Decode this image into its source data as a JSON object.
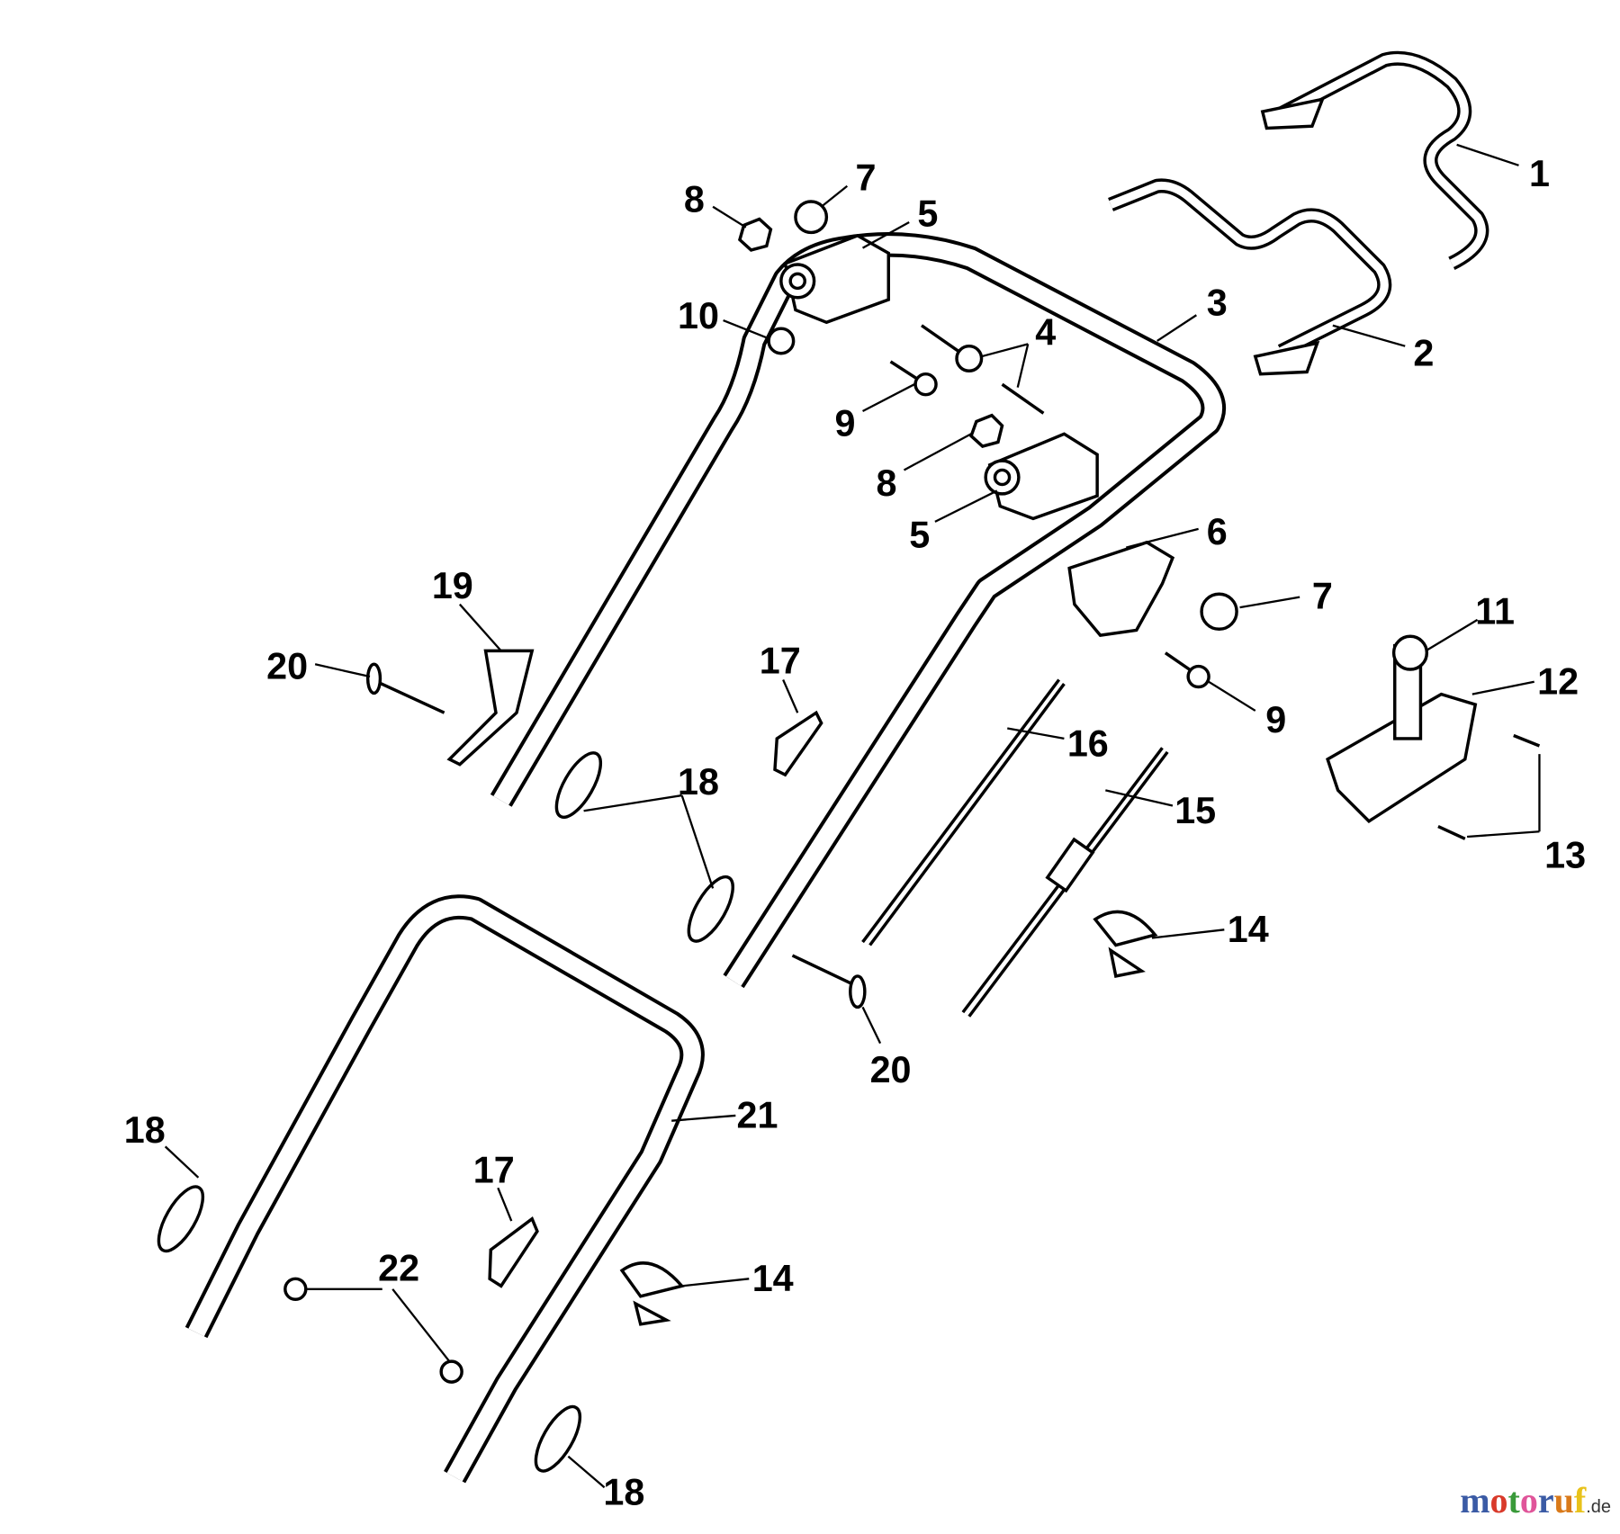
{
  "diagram": {
    "type": "exploded parts diagram - lawn mower handle assembly",
    "callouts": [
      "1",
      "2",
      "3",
      "4",
      "5",
      "5",
      "6",
      "7",
      "7",
      "8",
      "8",
      "9",
      "9",
      "10",
      "11",
      "12",
      "13",
      "14",
      "14",
      "15",
      "16",
      "17",
      "17",
      "18",
      "18",
      "18",
      "19",
      "20",
      "20",
      "21",
      "22"
    ]
  },
  "watermark": {
    "brand": "motoruf",
    "tld": ".de",
    "colors": [
      "#3b5ba5",
      "#d93a2b",
      "#3a9a3a",
      "#e0559a",
      "#3b5ba5",
      "#d97a1a",
      "#e8c21a"
    ]
  }
}
